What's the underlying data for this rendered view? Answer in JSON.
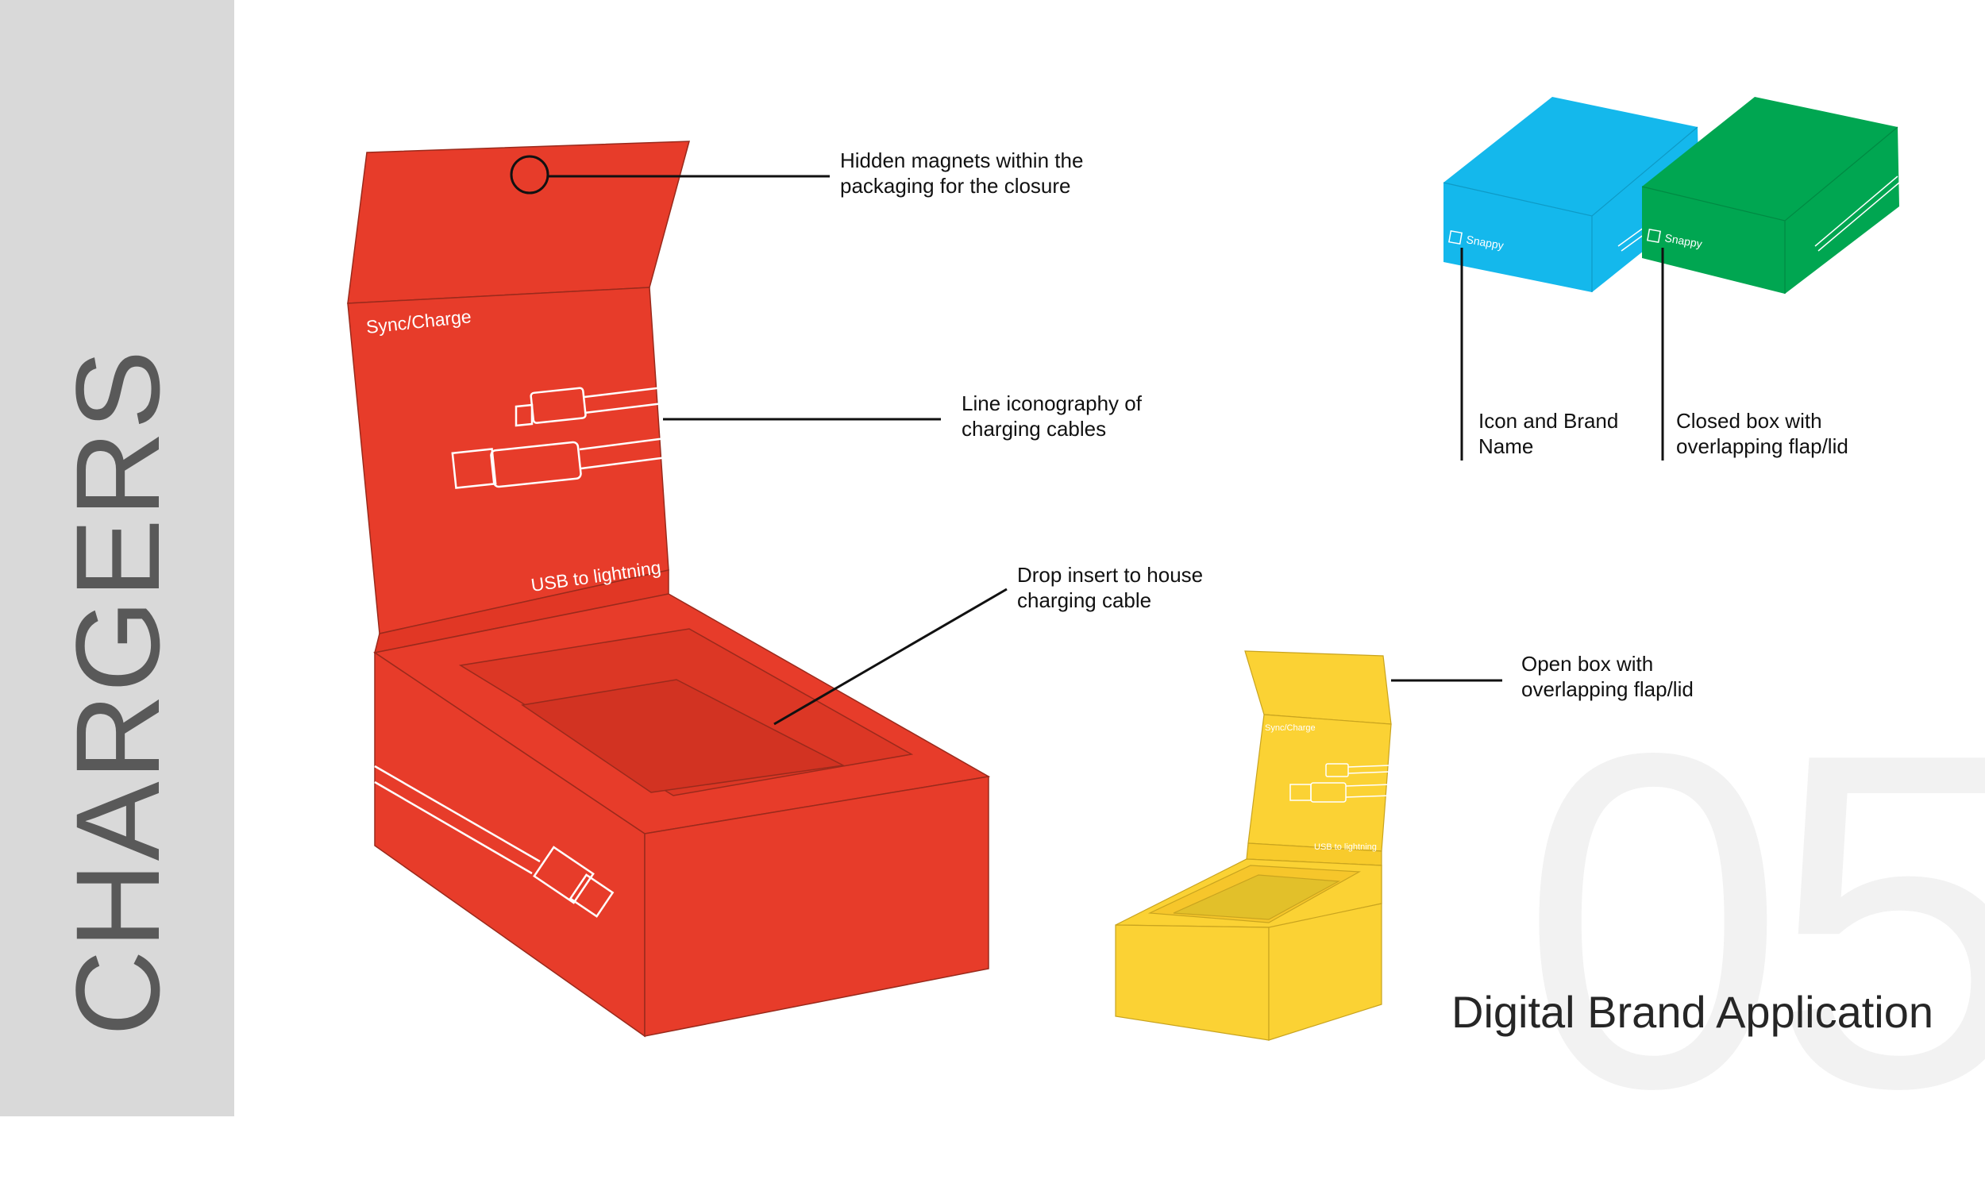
{
  "sidebar": {
    "title": "CHARGERS",
    "background": "#d9d9d9",
    "title_color": "#595959"
  },
  "page_number": "05",
  "footer_title": "Digital Brand Application",
  "boxes": {
    "red": {
      "color": "#e73c2a",
      "lid_text_1": "Sync/Charge",
      "lid_text_2": "USB to lightning"
    },
    "yellow": {
      "color": "#fbd234",
      "lid_text_1": "Sync/Charge",
      "lid_text_2": "USB to lightning"
    },
    "blue": {
      "color": "#14b8ec",
      "brand": "Snappy"
    },
    "green": {
      "color": "#00a651",
      "brand": "Snappy"
    }
  },
  "callouts": {
    "magnets": "Hidden magnets within the\npackaging for the closure",
    "iconography": "Line iconography of\ncharging cables",
    "insert": "Drop insert to house\ncharging cable",
    "open_box": "Open box with\noverlapping flap/lid",
    "icon_brand": "Icon and Brand\nName",
    "closed_box": "Closed box with\noverlapping flap/lid"
  }
}
